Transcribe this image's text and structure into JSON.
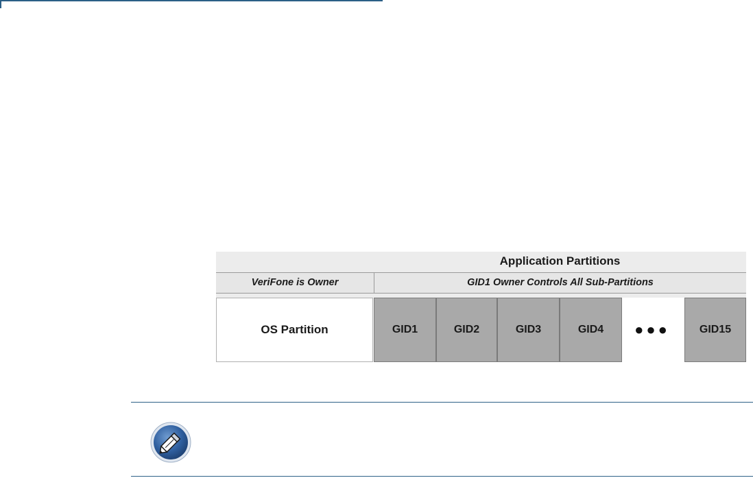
{
  "diagram": {
    "title": "Application Partitions",
    "owner_left": "VeriFone is Owner",
    "owner_right": "GID1 Owner Controls All Sub-Partitions",
    "os_partition": "OS Partition",
    "gids": [
      "GID1",
      "GID2",
      "GID3",
      "GID4",
      "GID15"
    ],
    "ellipsis": "●●●"
  },
  "note": {
    "icon": "pencil-note-icon"
  },
  "colors": {
    "rule": "#2b5f86",
    "gid_fill": "#a9a9a9",
    "header_fill": "#e6e6e6"
  }
}
